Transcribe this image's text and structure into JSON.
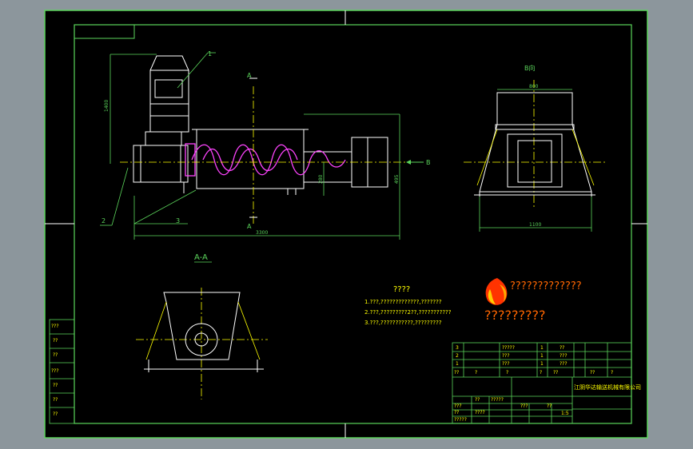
{
  "drawing": {
    "view_label_aa": "A-A",
    "view_label_b": "B向",
    "section_mark_a": "A",
    "arrow_label_b": "B",
    "part_callouts": [
      "1",
      "2",
      "3"
    ],
    "dim_labels": {
      "motor_height": "1400",
      "outlet_height": "280",
      "center_height": "495",
      "total_length": "3300",
      "flange_width": "800",
      "base_width": "1100"
    }
  },
  "notes": {
    "title": "????",
    "lines": [
      "1.???,?????????????,???????",
      "2.???,?????????2??,???????????",
      "3.???,???????????,?????????"
    ]
  },
  "company": {
    "logo_text": "?????????????",
    "subtitle": "?????????"
  },
  "parts_table": {
    "rows": [
      {
        "no": "3",
        "name": "?????",
        "qty": "1",
        "material": "??"
      },
      {
        "no": "2",
        "name": "???",
        "qty": "1",
        "material": "???"
      },
      {
        "no": "1",
        "name": "???",
        "qty": "1",
        "material": "???"
      }
    ],
    "header": {
      "no": "??",
      "code": "?",
      "name": "?",
      "qty": "?",
      "material": "??",
      "mass": "??",
      "note": "?"
    }
  },
  "title_block": {
    "company_name": "江阴华达输送机械有限公司",
    "scale": "1:5",
    "cells": [
      "??",
      "?????",
      "???",
      "??",
      "???",
      "??",
      "????",
      "?????"
    ]
  },
  "left_strip": {
    "labels": [
      "???",
      "??",
      "??",
      "???",
      "??",
      "??",
      "??"
    ]
  }
}
